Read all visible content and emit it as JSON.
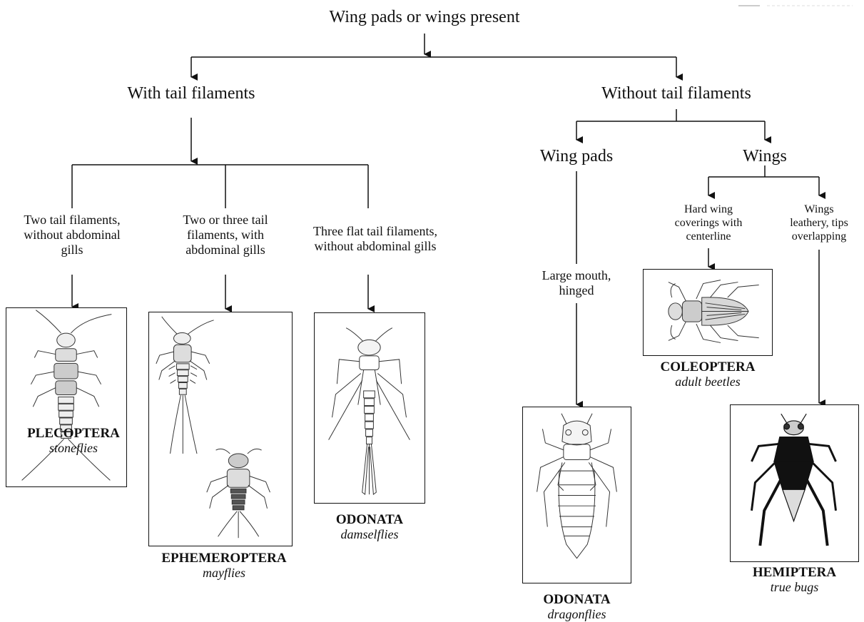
{
  "root": "Wing pads or wings present",
  "with_tail": {
    "title": "With tail filaments",
    "branches": [
      {
        "label": [
          "Two tail filaments,",
          "without abdominal",
          "gills"
        ],
        "order": "PLECOPTERA",
        "common": "stoneflies",
        "icon": "stonefly-nymph-icon"
      },
      {
        "label": [
          "Two or three tail",
          "filaments, with",
          "abdominal gills"
        ],
        "order": "EPHEMEROPTERA",
        "common": "mayflies",
        "icon": "mayfly-nymph-icon"
      },
      {
        "label": [
          "Three flat tail filaments,",
          "without abdominal gills"
        ],
        "order": "ODONATA",
        "common": "damselflies",
        "icon": "damselfly-nymph-icon"
      }
    ]
  },
  "without_tail": {
    "title": "Without tail filaments",
    "wing_pads": {
      "title": "Wing pads",
      "label": [
        "Large mouth,",
        "hinged"
      ],
      "order": "ODONATA",
      "common": "dragonflies",
      "icon": "dragonfly-nymph-icon"
    },
    "wings": {
      "title": "Wings",
      "branches": [
        {
          "label": [
            "Hard wing",
            "coverings with",
            "centerline"
          ],
          "order": "COLEOPTERA",
          "common": "adult beetles",
          "icon": "beetle-icon"
        },
        {
          "label": [
            "Wings",
            "leathery, tips",
            "overlapping"
          ],
          "order": "HEMIPTERA",
          "common": "true bugs",
          "icon": "true-bug-icon"
        }
      ]
    }
  }
}
